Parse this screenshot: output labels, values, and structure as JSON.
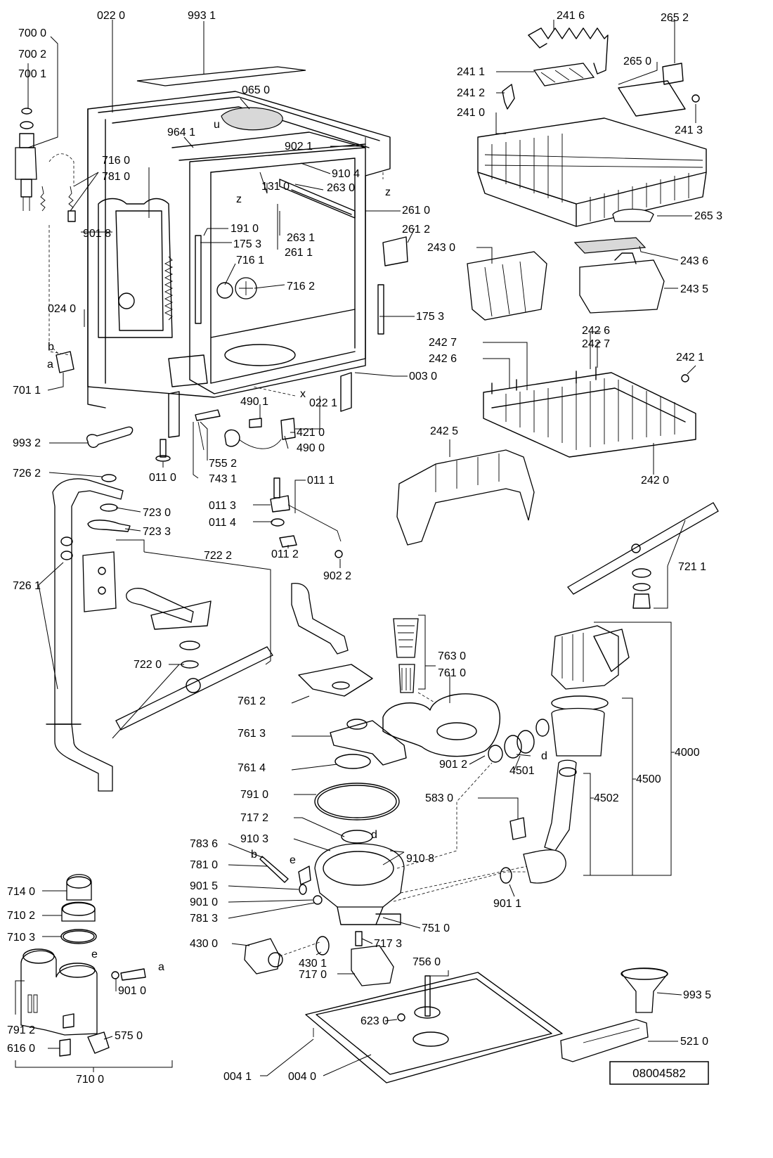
{
  "drawing_code": "08004582",
  "letter_markers": {
    "a": "a",
    "b": "b",
    "d": "d",
    "e": "e",
    "u": "u",
    "x": "x",
    "z": "z"
  },
  "labels": {
    "p0220": "022 0",
    "p9931": "993 1",
    "p7000": "700 0",
    "p7002": "700 2",
    "p7001": "700 1",
    "p0650": "065 0",
    "p9641": "964 1",
    "p9021": "902 1",
    "p7160": "716 0",
    "p7810a": "781 0",
    "p9104": "910 4",
    "p1310": "131 0",
    "p2630": "263 0",
    "p9018": "901 8",
    "p2610": "261 0",
    "p1910": "191 0",
    "p2612": "261 2",
    "p1753a": "175 3",
    "p2631": "263 1",
    "p2611": "261 1",
    "p7161": "716 1",
    "p7162": "716 2",
    "p0240": "024 0",
    "p1753b": "175 3",
    "p0030": "003 0",
    "p7011": "701 1",
    "p4901": "490 1",
    "p0221": "022 1",
    "p4210": "421 0",
    "p4900": "490 0",
    "p9932": "993 2",
    "p7552": "755 2",
    "p0110": "011 0",
    "p7431": "743 1",
    "p7262": "726 2",
    "p7230": "723 0",
    "p0111": "011 1",
    "p0113": "011 3",
    "p0114": "011 4",
    "p7233": "723 3",
    "p0112": "011 2",
    "p7222": "722 2",
    "p9022": "902 2",
    "p7261": "726 1",
    "p7220": "722 0",
    "p2416": "241 6",
    "p2652": "265 2",
    "p2650": "265 0",
    "p2411": "241 1",
    "p2412": "241 2",
    "p2410": "241 0",
    "p2413": "241 3",
    "p2653": "265 3",
    "p2430": "243 0",
    "p2436": "243 6",
    "p2435": "243 5",
    "p2427a": "242 7",
    "p2426a": "242 6",
    "p2426b": "242 6",
    "p2427b": "242 7",
    "p2421": "242 1",
    "p2425": "242 5",
    "p2420": "242 0",
    "p7211": "721 1",
    "p7630": "763 0",
    "p7610": "761 0",
    "p7612": "761 2",
    "p7613": "761 3",
    "p7614": "761 4",
    "p9012": "901 2",
    "p4501": "4501",
    "p4000": "4000",
    "p4500": "4500",
    "p4502": "4502",
    "p7910": "791 0",
    "p5830": "583 0",
    "p7172": "717 2",
    "p9103": "910 3",
    "p9108": "910 8",
    "p7836": "783 6",
    "p7810b": "781 0",
    "p9015": "901 5",
    "p9010a": "901 0",
    "p7813": "781 3",
    "p9011": "901 1",
    "p7510": "751 0",
    "p4300": "430 0",
    "p4301": "430 1",
    "p7173": "717 3",
    "p7560": "756 0",
    "p7170": "717 0",
    "p7140": "714 0",
    "p7102": "710 2",
    "p7103": "710 3",
    "p9010b": "901 0",
    "p7912": "791 2",
    "p5750": "575 0",
    "p6160": "616 0",
    "p7100": "710 0",
    "p6230": "623 0",
    "p9935": "993 5",
    "p5210": "521 0",
    "p0041": "004 1",
    "p0040": "004 0"
  }
}
